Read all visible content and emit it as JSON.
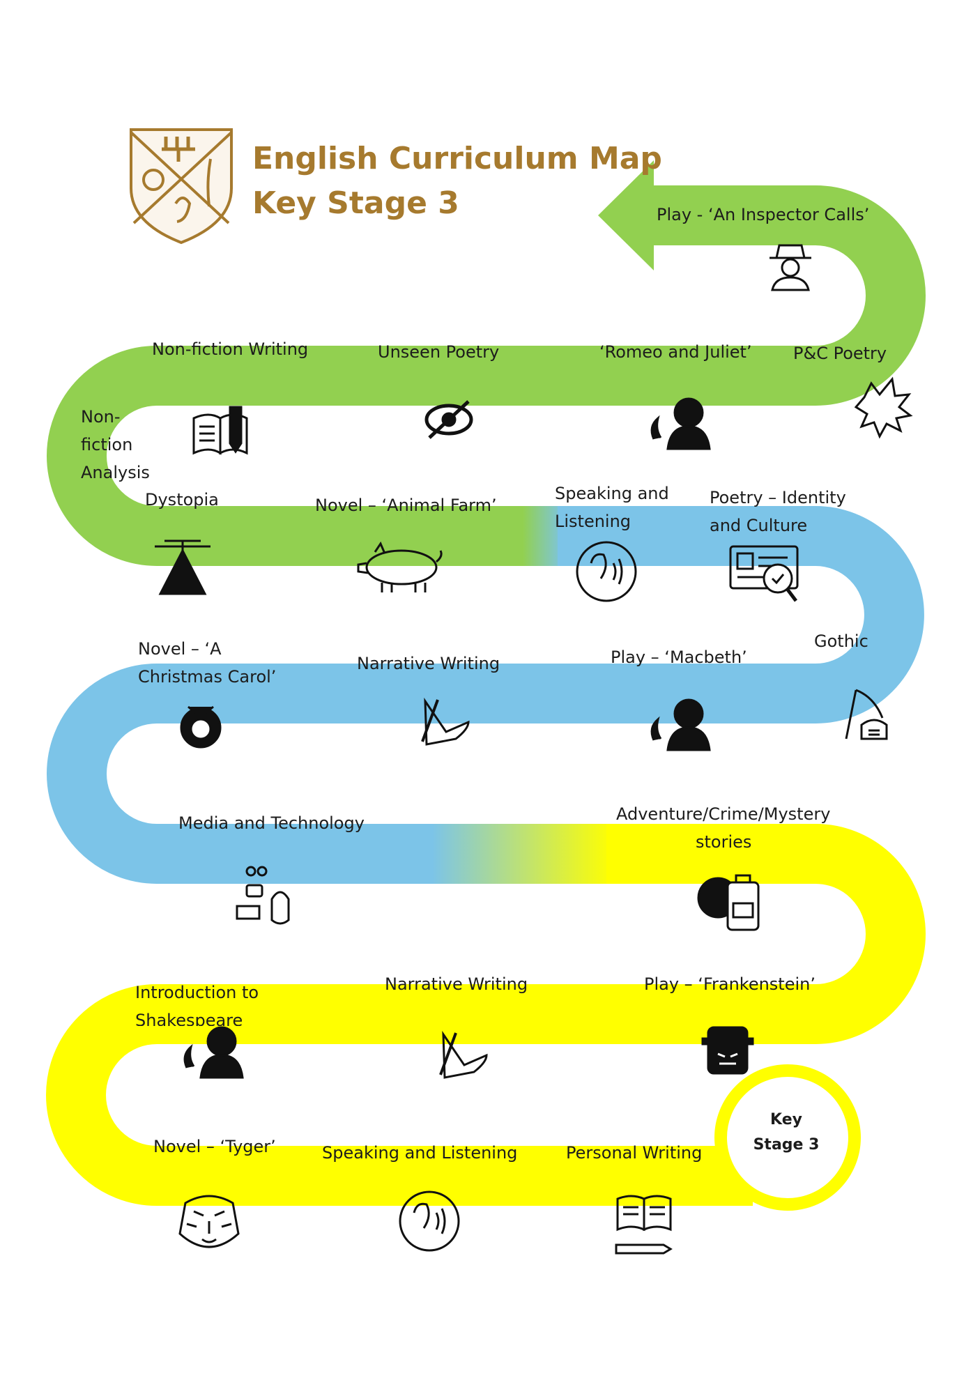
{
  "header": {
    "title_line1": "English Curriculum Map",
    "title_line2": "Key Stage 3",
    "logo_icon": "school-crest-icon"
  },
  "end_marker": {
    "line1": "Key",
    "line2": "Stage 3"
  },
  "colors": {
    "green": "#92d050",
    "blue": "#7cc4e8",
    "yellow": "#ffff00",
    "title": "#a67a2e"
  },
  "topics": {
    "inspector": "Play - ‘An Inspector Calls’",
    "pc_poetry": "P&C Poetry",
    "romeo": "‘Romeo and Juliet’",
    "unseen": "Unseen Poetry",
    "nonfiction_writing": "Non-fiction Writing",
    "nonfiction_analysis_1": "Non-",
    "nonfiction_analysis_2": "fiction",
    "nonfiction_analysis_3": "Analysis",
    "dystopia": "Dystopia",
    "animal_farm": "Novel – ‘Animal Farm’",
    "speaking1_1": "Speaking and",
    "speaking1_2": "Listening",
    "identity_1": "Poetry – Identity",
    "identity_2": "and Culture",
    "gothic": "Gothic",
    "macbeth": "Play – ‘Macbeth’",
    "narrative1": "Narrative Writing",
    "carol_1": "Novel – ‘A",
    "carol_2": "Christmas Carol’",
    "media": "Media and Technology",
    "adventure_1": "Adventure/Crime/Mystery",
    "adventure_2": "stories",
    "frankenstein": "Play – ‘Frankenstein’",
    "narrative2": "Narrative Writing",
    "shakespeare_1": "Introduction to",
    "shakespeare_2": "Shakespeare",
    "tyger": "Novel – ‘Tyger’",
    "speaking2": "Speaking and Listening",
    "personal": "Personal Writing"
  }
}
